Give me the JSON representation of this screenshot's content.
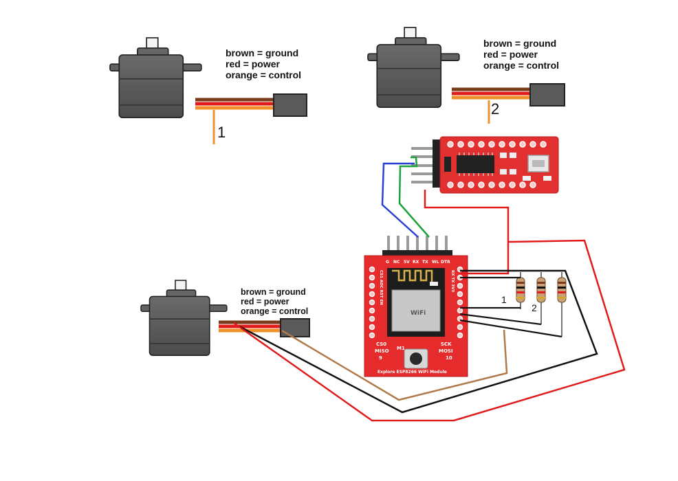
{
  "legends": {
    "servo1": [
      "brown = ground",
      "red = power",
      "orange = control"
    ],
    "servo2": [
      "brown = ground",
      "red = power",
      "orange = control"
    ],
    "servo3": [
      "brown = ground",
      "red = power",
      "orange = control"
    ]
  },
  "servo_numbers": {
    "servo1": "1",
    "servo2": "2"
  },
  "resistor_numbers": {
    "r1": "1",
    "r2": "2"
  },
  "esp_board": {
    "header_pins": [
      "G",
      "NC",
      "5V",
      "RX",
      "TX",
      "WL",
      "DTR"
    ],
    "left_edge": "CS1 ADC RST EN",
    "right_edge": "RX TX 3V3",
    "cs0": "CS0",
    "miso": "MISO",
    "nine": "9",
    "sck": "SCK",
    "mosi": "MOSI",
    "ten": "10",
    "m1": "M1",
    "footer": "Explore ESP8266 WiFi Module",
    "chip_brand": "WiFi"
  },
  "colors": {
    "wire_red": "#e01b1b",
    "wire_black": "#111111",
    "wire_brown": "#b07a4a",
    "wire_blue": "#2a3fd6",
    "wire_green": "#1aa33a",
    "wire_orange": "#f0902a",
    "board_red": "#e02a2a",
    "servo_body": "#5f5f5f"
  }
}
